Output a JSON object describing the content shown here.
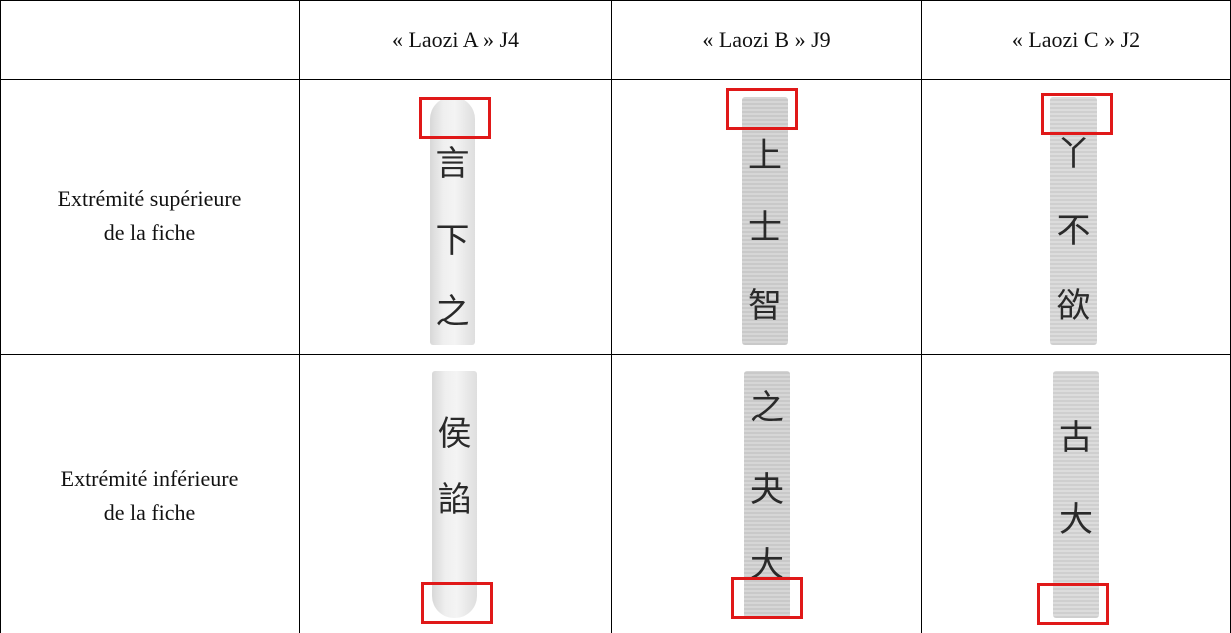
{
  "table": {
    "headers": [
      "",
      "« Laozi A » J4",
      "« Laozi B » J9",
      "« Laozi C » J2"
    ],
    "rows": [
      {
        "label": "Extrémité supérieure\nde la fiche"
      },
      {
        "label": "Extrémité inférieure\nde la fiche"
      }
    ]
  },
  "strips": {
    "top_a": [
      "言",
      "下",
      "之"
    ],
    "top_b": [
      "上",
      "士",
      "智"
    ],
    "top_c": [
      "丫",
      "不",
      "欲"
    ],
    "bottom_a": [
      "侯",
      "諂"
    ],
    "bottom_b": [
      "之",
      "夬",
      "大"
    ],
    "bottom_c": [
      "古",
      "大"
    ]
  },
  "colors": {
    "border": "#000000",
    "marker": "#e01818"
  }
}
